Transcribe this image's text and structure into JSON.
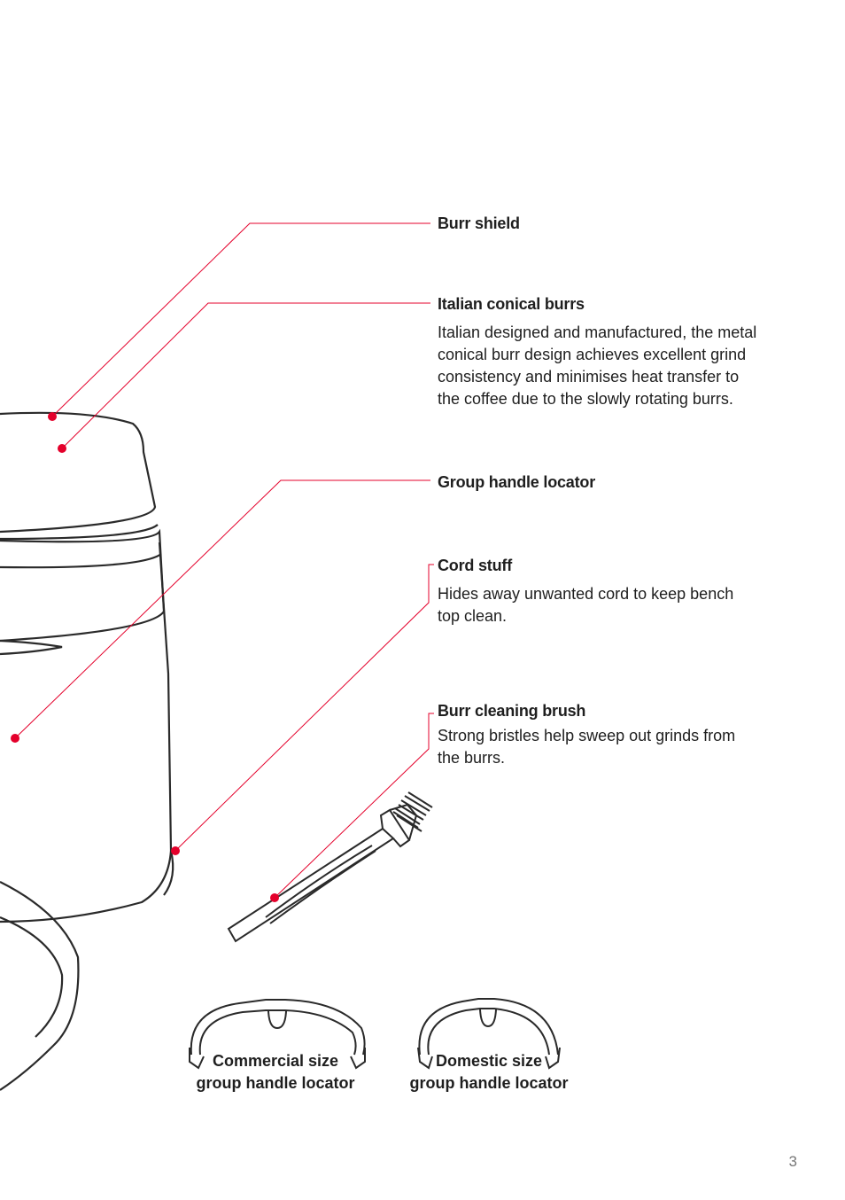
{
  "callouts": {
    "burr_shield": {
      "title": "Burr shield"
    },
    "conical_burrs": {
      "title": "Italian conical burrs",
      "lines": [
        "Italian designed and manufactured, the metal",
        "conical burr design achieves excellent grind",
        "consistency and minimises heat transfer to",
        "the coffee due to the slowly rotating burrs."
      ]
    },
    "group_locator": {
      "title": "Group handle locator"
    },
    "cord_stuff": {
      "title": "Cord stuff",
      "lines": [
        "Hides away unwanted cord to keep bench",
        "top clean."
      ]
    },
    "brush": {
      "title": "Burr cleaning brush",
      "lines": [
        "Strong bristles help sweep out grinds from",
        "the burrs."
      ]
    }
  },
  "captions": {
    "commercial": {
      "line1": "Commercial size",
      "line2": "group handle locator"
    },
    "domestic": {
      "line1": "Domestic size",
      "line2": "group handle locator"
    }
  },
  "page_number": "3",
  "colors": {
    "leader": "#e4002b",
    "outline": "#2a2a2a"
  }
}
